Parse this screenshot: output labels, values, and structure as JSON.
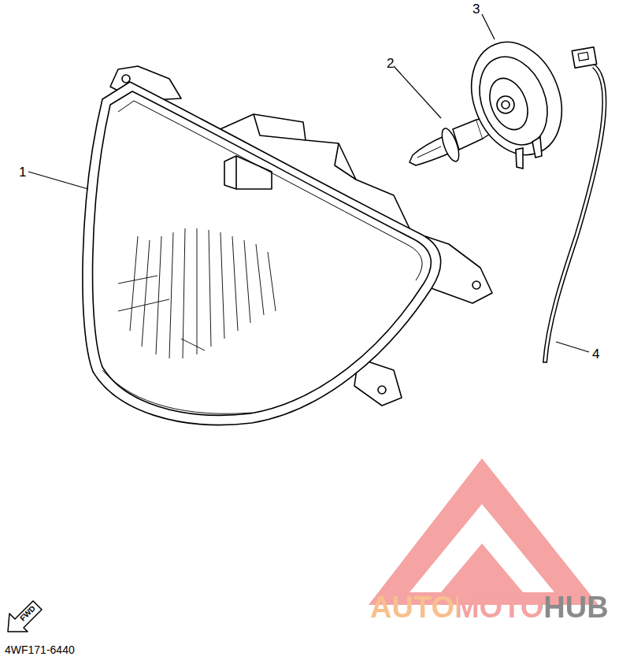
{
  "diagram": {
    "nodes": [
      {
        "text": [
          "FWD"
        ]
      }
    ],
    "labels": [
      "1",
      "2",
      "3",
      "4",
      "4WF171-6440",
      "AUTOMOTOHUB"
    ]
  }
}
